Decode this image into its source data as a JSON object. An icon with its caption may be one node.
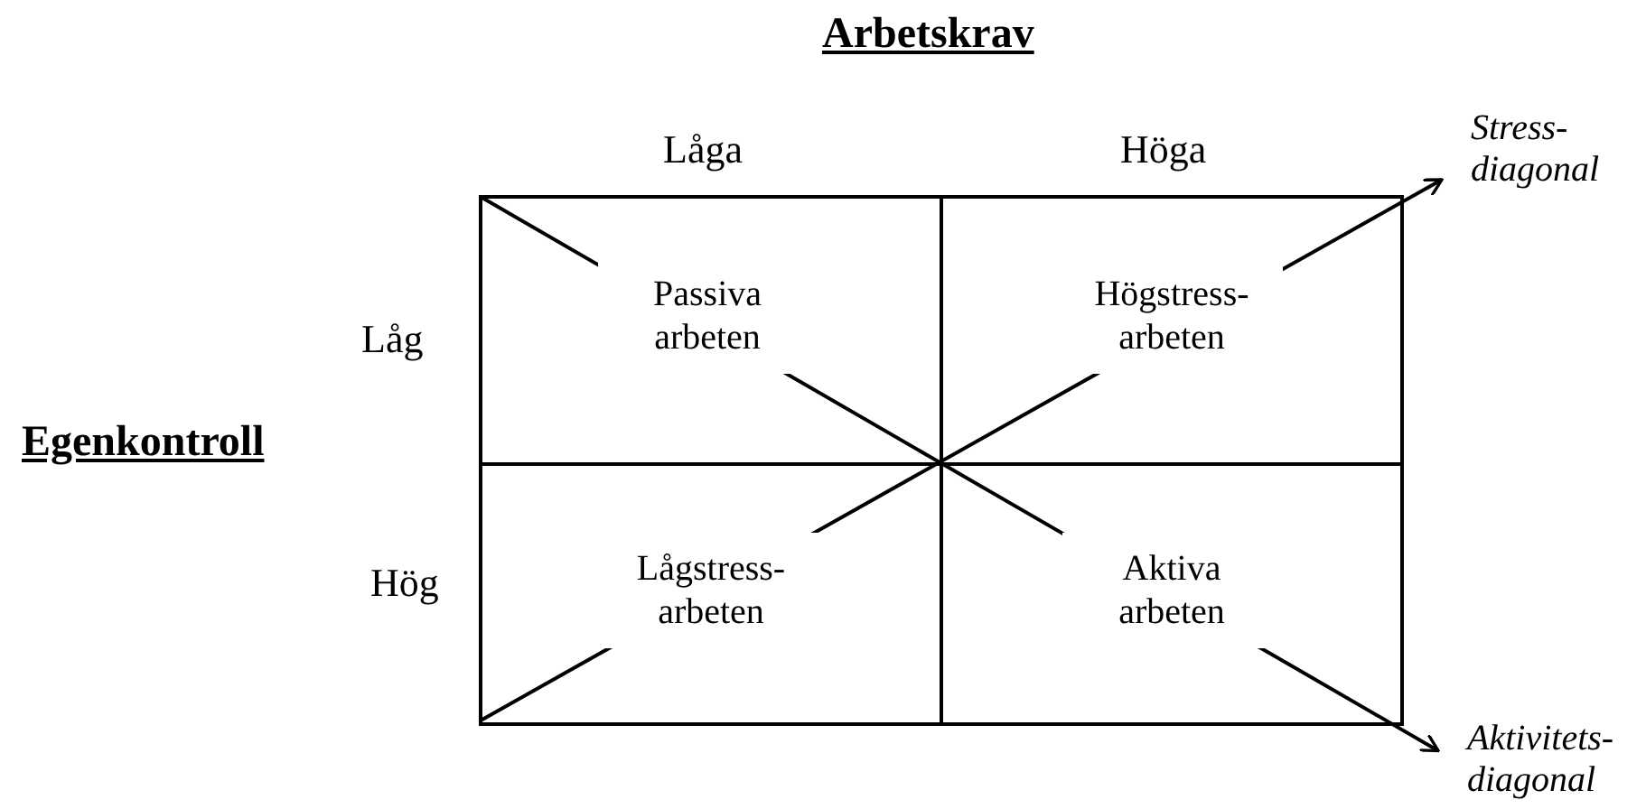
{
  "diagram": {
    "nodes": [
      {
        "text": [
          "Passiva arbeten"
        ]
      },
      {
        "text": [
          "Högstress-arbeten"
        ]
      },
      {
        "text": [
          "Lågstress-arbeten"
        ]
      },
      {
        "text": [
          "Aktiva arbeten"
        ]
      },
      {
        "text": [
          "Stress-diagonal"
        ]
      },
      {
        "text": [
          "Aktivitets-diagonal"
        ]
      }
    ],
    "edges": [
      {
        "from": null,
        "to": 4,
        "arrow": "to"
      },
      {
        "from": null,
        "to": 5,
        "arrow": "to"
      }
    ],
    "labels": [
      "Arbetskrav",
      "Låga",
      "Höga",
      "Låg",
      "Egenkontroll",
      "Hög"
    ]
  }
}
